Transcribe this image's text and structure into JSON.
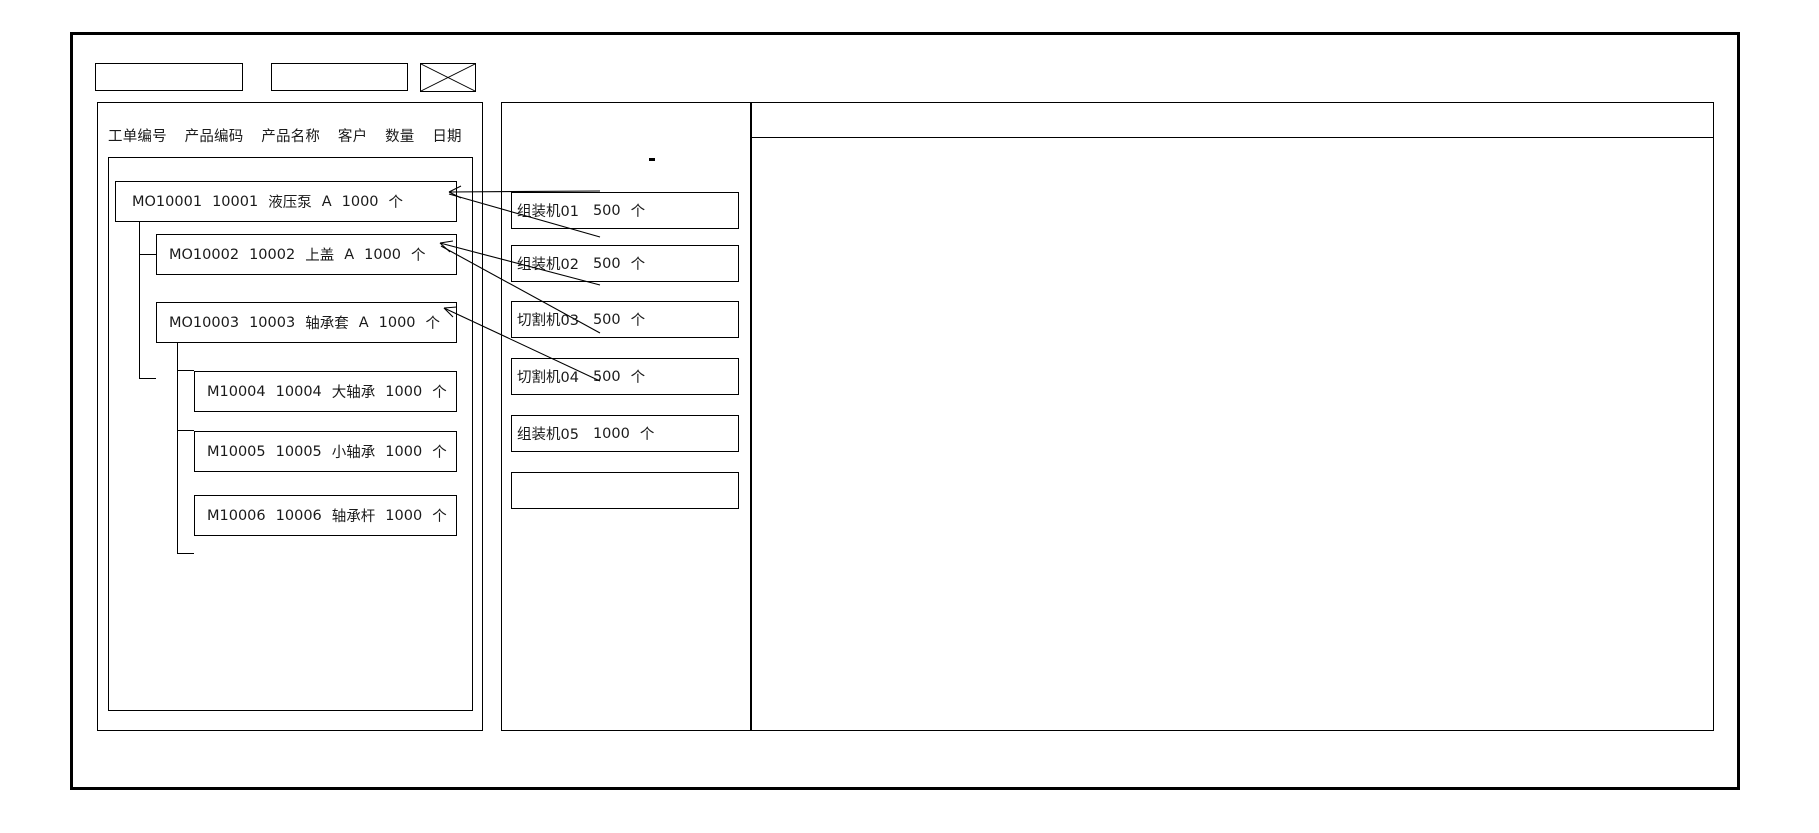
{
  "toolbar": {
    "field_one_value": "",
    "field_two_value": "",
    "icon_name": "crossed-box-icon"
  },
  "left_panel": {
    "columns": [
      "工单编号",
      "产品编码",
      "产品名称",
      "客户",
      "数量",
      "日期"
    ],
    "rows": [
      {
        "order": "MO10001",
        "code": "10001",
        "name": "液压泵",
        "customer": "A",
        "qty": "1000",
        "unit": "个",
        "level": 0
      },
      {
        "order": "MO10002",
        "code": "10002",
        "name": "上盖",
        "customer": "A",
        "qty": "1000",
        "unit": "个",
        "level": 1
      },
      {
        "order": "MO10003",
        "code": "10003",
        "name": "轴承套",
        "customer": "A",
        "qty": "1000",
        "unit": "个",
        "level": 1
      },
      {
        "order": "M10004",
        "code": "10004",
        "name": "大轴承",
        "customer": "",
        "qty": "1000",
        "unit": "个",
        "level": 2
      },
      {
        "order": "M10005",
        "code": "10005",
        "name": "小轴承",
        "customer": "",
        "qty": "1000",
        "unit": "个",
        "level": 2
      },
      {
        "order": "M10006",
        "code": "10006",
        "name": "轴承杆",
        "customer": "",
        "qty": "1000",
        "unit": "个",
        "level": 2
      }
    ]
  },
  "middle_panel": {
    "items": [
      {
        "machine": "组装机01",
        "qty": "500",
        "unit": "个"
      },
      {
        "machine": "组装机02",
        "qty": "500",
        "unit": "个"
      },
      {
        "machine": "切割机03",
        "qty": "500",
        "unit": "个"
      },
      {
        "machine": "切割机04",
        "qty": "500",
        "unit": "个"
      },
      {
        "machine": "组装机05",
        "qty": "1000",
        "unit": "个"
      },
      {
        "machine": "",
        "qty": "",
        "unit": ""
      }
    ]
  },
  "right_panel": {
    "header_text": "",
    "body_text": ""
  },
  "colors": {
    "line": "#000000",
    "background": "#ffffff",
    "text": "#1a1a1a"
  }
}
